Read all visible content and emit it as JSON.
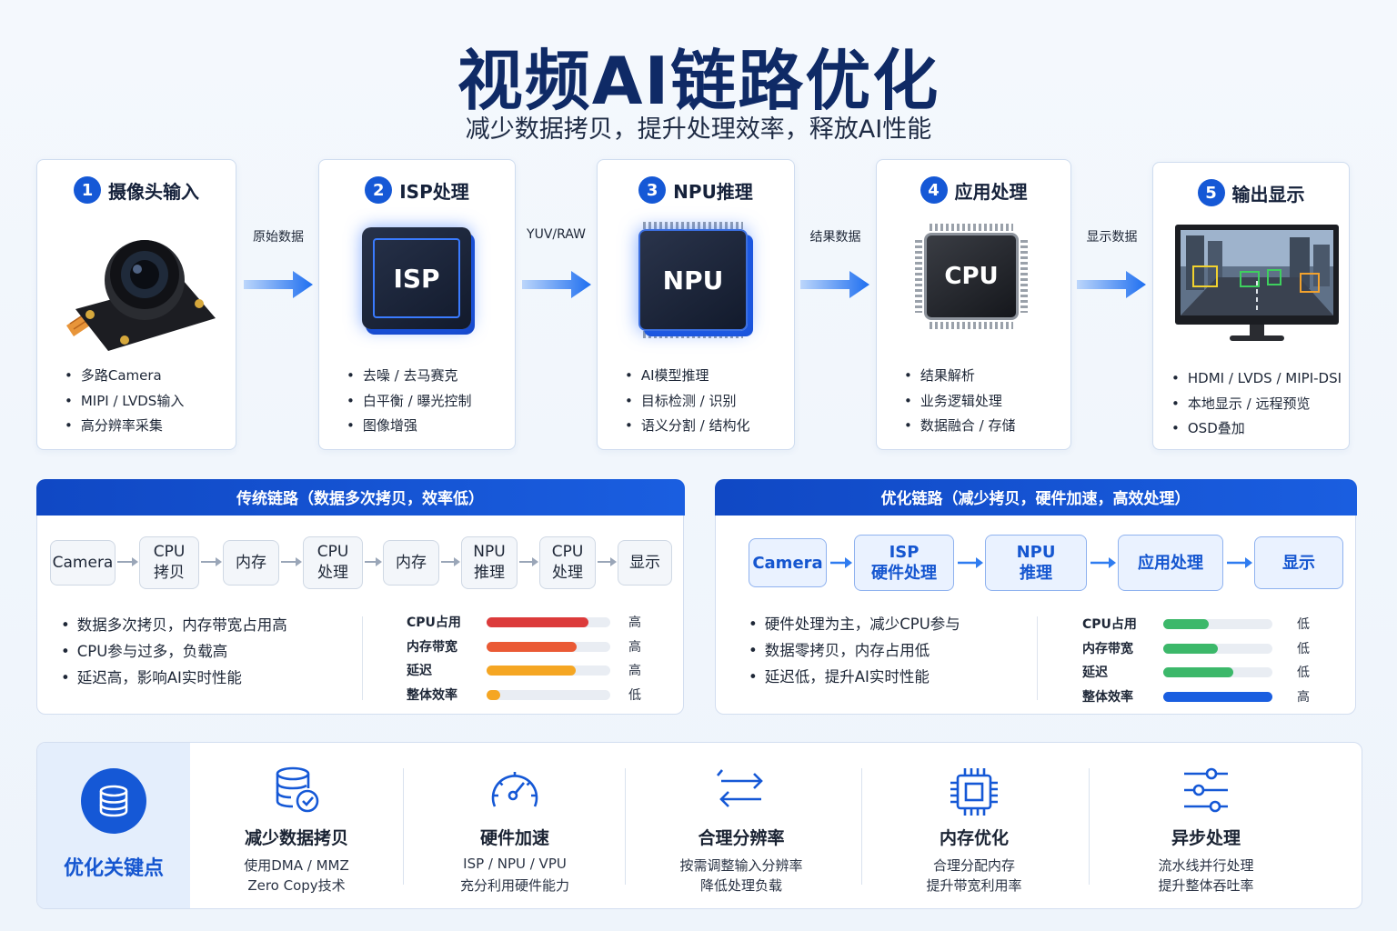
{
  "header": {
    "title": "视频AI链路优化",
    "subtitle": "减少数据拷贝，提升处理效率，释放AI性能"
  },
  "stages": [
    {
      "num": "1",
      "title": "摄像头输入",
      "bullets": [
        "多路Camera",
        "MIPI / LVDS输入",
        "高分辨率采集"
      ]
    },
    {
      "num": "2",
      "title": "ISP处理",
      "chip": "ISP",
      "bullets": [
        "去噪 / 去马赛克",
        "白平衡 / 曝光控制",
        "图像增强"
      ]
    },
    {
      "num": "3",
      "title": "NPU推理",
      "chip": "NPU",
      "bullets": [
        "AI模型推理",
        "目标检测 / 识别",
        "语义分割 / 结构化"
      ]
    },
    {
      "num": "4",
      "title": "应用处理",
      "chip": "CPU",
      "bullets": [
        "结果解析",
        "业务逻辑处理",
        "数据融合 / 存储"
      ]
    },
    {
      "num": "5",
      "title": "输出显示",
      "bullets": [
        "HDMI / LVDS / MIPI-DSI",
        "本地显示 / 远程预览",
        "OSD叠加"
      ]
    }
  ],
  "flow_labels": [
    "原始数据",
    "YUV/RAW",
    "结果数据",
    "显示数据"
  ],
  "traditional": {
    "title": "传统链路（数据多次拷贝，效率低）",
    "nodes": [
      "Camera",
      "CPU\n拷贝",
      "内存",
      "CPU\n处理",
      "内存",
      "NPU\n推理",
      "CPU\n处理",
      "显示"
    ],
    "bullets": [
      "数据多次拷贝，内存带宽占用高",
      "CPU参与过多，负载高",
      "延迟高，影响AI实时性能"
    ],
    "metrics": [
      {
        "label": "CPU占用",
        "level": "高",
        "fill": 0.82,
        "color": "#dc3b3b"
      },
      {
        "label": "内存带宽",
        "level": "高",
        "fill": 0.73,
        "color": "#ea5a35"
      },
      {
        "label": "延迟",
        "level": "高",
        "fill": 0.72,
        "color": "#f5a623"
      },
      {
        "label": "整体效率",
        "level": "低",
        "fill": 0.11,
        "color": "#f5a623"
      }
    ]
  },
  "optimized": {
    "title": "优化链路（减少拷贝，硬件加速，高效处理）",
    "nodes": [
      "Camera",
      "ISP\n硬件处理",
      "NPU\n推理",
      "应用处理",
      "显示"
    ],
    "bullets": [
      "硬件处理为主，减少CPU参与",
      "数据零拷贝，内存占用低",
      "延迟低，提升AI实时性能"
    ],
    "metrics": [
      {
        "label": "CPU占用",
        "level": "低",
        "fill": 0.42,
        "color": "#3cb86a"
      },
      {
        "label": "内存带宽",
        "level": "低",
        "fill": 0.5,
        "color": "#3cb86a"
      },
      {
        "label": "延迟",
        "level": "低",
        "fill": 0.64,
        "color": "#3cb86a"
      },
      {
        "label": "整体效率",
        "level": "高",
        "fill": 1.0,
        "color": "#1a5ee0"
      }
    ]
  },
  "keypoints": {
    "title": "优化关键点",
    "items": [
      {
        "icon": "database-check-icon",
        "title": "减少数据拷贝",
        "desc": [
          "使用DMA / MMZ",
          "Zero Copy技术"
        ]
      },
      {
        "icon": "speedometer-icon",
        "title": "硬件加速",
        "desc": [
          "ISP / NPU / VPU",
          "充分利用硬件能力"
        ]
      },
      {
        "icon": "swap-arrows-icon",
        "title": "合理分辨率",
        "desc": [
          "按需调整输入分辨率",
          "降低处理负载"
        ]
      },
      {
        "icon": "memory-chip-icon",
        "title": "内存优化",
        "desc": [
          "合理分配内存",
          "提升带宽利用率"
        ]
      },
      {
        "icon": "sliders-icon",
        "title": "异步处理",
        "desc": [
          "流水线并行处理",
          "提升整体吞吐率"
        ]
      }
    ]
  },
  "colors": {
    "primary": "#1558d6",
    "title": "#0f2a66",
    "accent_arrow": "#2f7cf0"
  }
}
